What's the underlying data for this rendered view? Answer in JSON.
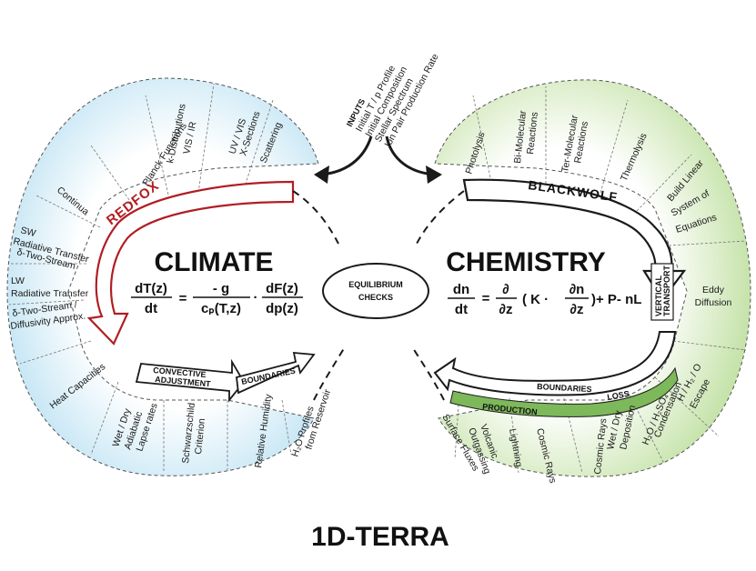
{
  "title": "1D-TERRA",
  "inputs": {
    "heading": "INPUTS",
    "items": [
      "Initial T / p Profile",
      "Initial Composition",
      "Stellar Spectrum",
      "Ion Pair Production Rate"
    ]
  },
  "climate": {
    "title": "CLIMATE",
    "model_name": "REDFOX",
    "equation": {
      "lhs_num": "dT(z)",
      "lhs_den": "dt",
      "equals": "=",
      "f1_num": "- g",
      "f1_den": "cₚ(T,z)",
      "dot": "·",
      "f2_num": "dF(z)",
      "f2_den": "dp(z)"
    },
    "segments": {
      "scattering": "Scattering",
      "uv_vis": [
        "UV / VIS",
        "X-Sections"
      ],
      "vis_ir": [
        "VIS / IR",
        "k-Distributions"
      ],
      "planck": "Planck Functions",
      "continua": "Continua",
      "sw": [
        "SW",
        "Radiative Transfer",
        "δ-Two-Stream"
      ],
      "lw": [
        "LW",
        "Radiative Transfer"
      ],
      "delta": [
        "δ-Two-Stream /",
        "Diffusivity Approx."
      ],
      "heat": "Heat Capacities",
      "wet_dry": [
        "Wet / Dry",
        "Adiabatic",
        "Lapse rates"
      ],
      "schwarzschild": [
        "Schwarzschild",
        "Criterion"
      ],
      "humidity": "Relative Humidity",
      "h2o": [
        "H₂O Profiles",
        "from Reservoir"
      ]
    },
    "convective": [
      "CONVECTIVE",
      "ADJUSTMENT"
    ],
    "boundaries": "BOUNDARIES"
  },
  "chemistry": {
    "title": "CHEMISTRY",
    "model_name": "BLACKWOLF",
    "equation": {
      "lhs_num": "dn",
      "lhs_den": "dt",
      "equals": "=",
      "partial": "∂",
      "partial_z": "∂z",
      "open": "( K ·",
      "dn_num": "∂n",
      "dn_den": "∂z",
      "tail": ")+ P- nL"
    },
    "segments": {
      "photolysis": "Photolysis",
      "bimolecular": [
        "Bi-Molecular",
        "Reactions"
      ],
      "termolecular": [
        "Ter-Molecular",
        "Reactions"
      ],
      "thermolysis": "Thermolysis",
      "linear": [
        "Build Linear",
        "System of",
        "Equations"
      ],
      "eddy": [
        "Eddy",
        "Diffusion"
      ],
      "escape": [
        "H / H₂ / O",
        "Escape"
      ],
      "condensation": [
        "H₂O / H₂SO₄",
        "Condensation"
      ],
      "deposition": [
        "Wet / Dry",
        "Deposition"
      ],
      "cosmic_loss": "Cosmic Rays",
      "cosmic_prod": "Cosmic Rays",
      "lightning": "Lightning",
      "volcanic": [
        "Volcanic",
        "Outgassing"
      ],
      "surface": "Surface Fluxes"
    },
    "vertical": [
      "VERTICAL",
      "TRANSPORT"
    ],
    "boundaries": "BOUNDARIES",
    "production": "PRODUCTION",
    "loss": "LOSS"
  },
  "equilibrium": [
    "EQUILIBRIUM",
    "CHECKS"
  ],
  "colors": {
    "climate_fill": "#cfe9f5",
    "chemistry_fill": "#cde6b4",
    "redfox": "#b01e23",
    "outline": "#1a1a1a"
  }
}
